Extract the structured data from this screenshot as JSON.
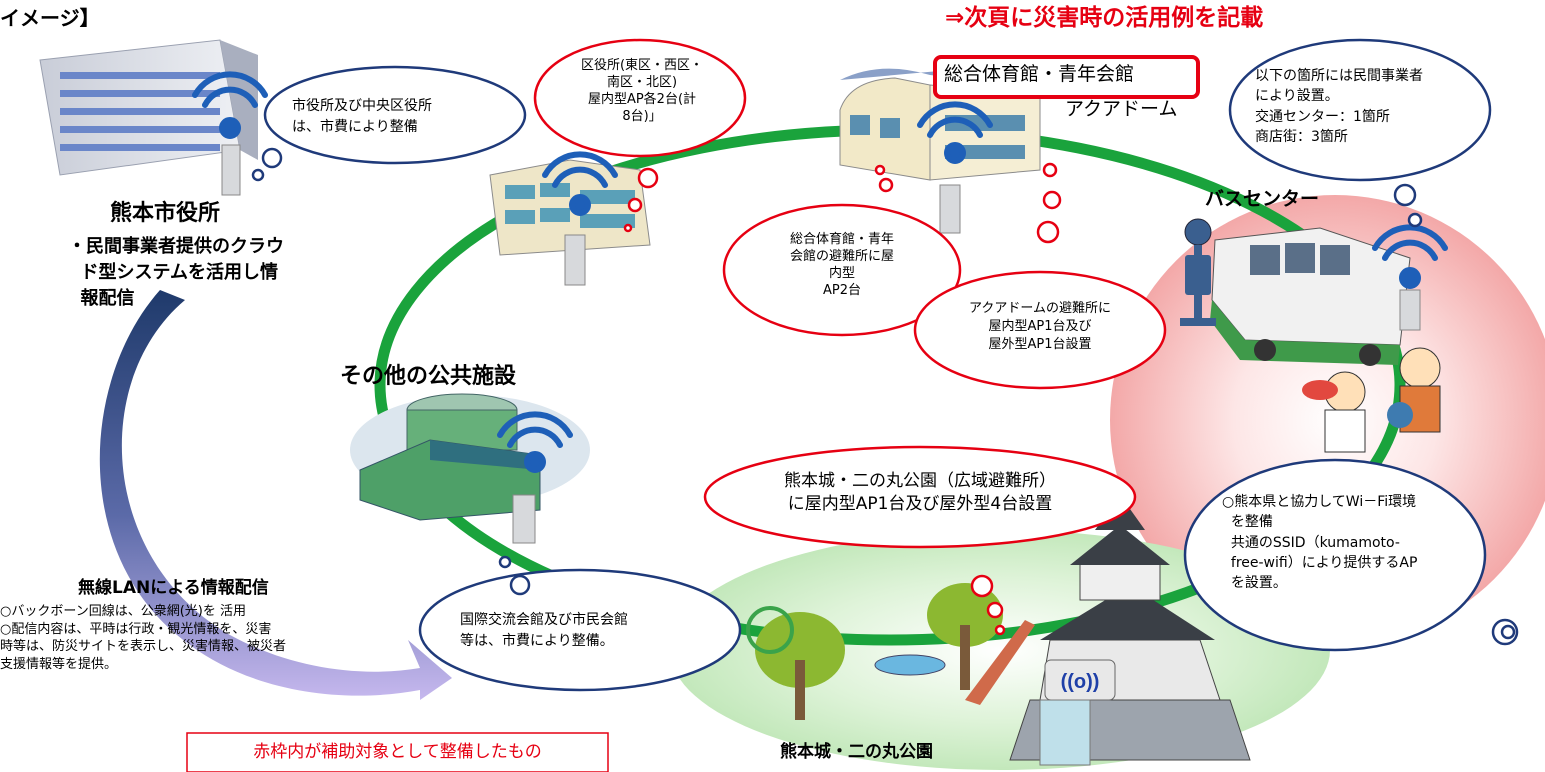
{
  "header": {
    "image_title_fragment": "イメージ】",
    "next_page_note": "⇒次頁に災害時の活用例を記載"
  },
  "city_hall": {
    "name": "熊本市役所",
    "description": "・民間事業者提供のクラウ\n  ド型システムを活用し情\n  報配信"
  },
  "bubbles": {
    "city_hall_bubble": "市役所及び中央区役所\nは、市費により整備",
    "ward_offices_bubble": "区役所(東区・西区・\n南区・北区)\n屋内型AP各2台(計\n8台)」",
    "private_bubble": "以下の箇所には民間事業者\nにより設置。\n交通センター：1箇所\n商店街：3箇所",
    "gym_bubble": "総合体育館・青年\n会館の避難所に屋\n内型\nAP2台",
    "aquadome_bubble": "アクアドームの避難所に\n屋内型AP1台及び\n屋外型AP1台設置",
    "castle_bubble": "熊本城・二の丸公園（広域避難所）\nに屋内型AP1台及び屋外型4台設置",
    "prefecture_bubble": "○熊本県と協力してWi－Fi環境\n  を整備\n  共通のSSID（kumamoto-\n  free-wifi）により提供するAP\n  を設置。",
    "exchange_bubble": "国際交流会館及び市民会館\n等は、市費により整備。"
  },
  "labels": {
    "gym_hall": "総合体育館・青年会館",
    "aquadome": "アクアドーム",
    "bus_center": "バスセンター",
    "other_public": "その他の公共施設",
    "castle_park": "熊本城・二の丸公園"
  },
  "wireless": {
    "title": "無線LANによる情報配信",
    "body": "○バックボーン回線は、公衆網(光)を 活用\n○配信内容は、平時は行政・観光情報を、災害\n時等は、防災サイトを表示し、災害情報、被災者\n支援情報等を提供。"
  },
  "legend_note": "赤枠内が補助対象として整備したもの",
  "castle_signal": "((o))",
  "colors": {
    "ring": "#1aa33c",
    "red_outline": "#e60012",
    "blue_outline": "#1f3a7a",
    "pink_zone": "#f5b5b5",
    "green_zone": "#cfeec8",
    "arrow_dark": "#1f3a6b",
    "arrow_light": "#b8a8e0"
  }
}
